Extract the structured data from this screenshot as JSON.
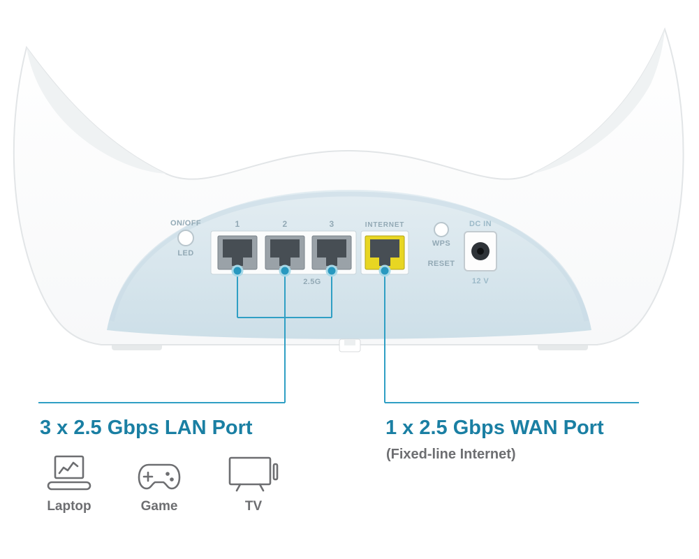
{
  "colors": {
    "accent_teal": "#1a7fa3",
    "callout_line": "#2f9fc4",
    "label_gray": "#6d6e71",
    "panel_text": "#92a9b5",
    "panel_blue": "#d9e6ee",
    "wan_yellow": "#e8d622",
    "port_gray": "#9aa2a8"
  },
  "rear_panel": {
    "power_label_top": "ON/OFF",
    "power_label_bottom": "LED",
    "lan_ports": [
      "1",
      "2",
      "3"
    ],
    "lan_speed_label": "2.5G",
    "wan_label": "INTERNET",
    "wps_label": "WPS",
    "reset_label": "RESET",
    "dc_label": "DC IN",
    "dc_voltage": "12 V"
  },
  "callouts": {
    "lan": {
      "title": "3 x 2.5 Gbps LAN Port",
      "devices": [
        {
          "label": "Laptop",
          "icon": "laptop-icon"
        },
        {
          "label": "Game",
          "icon": "gamepad-icon"
        },
        {
          "label": "TV",
          "icon": "tv-icon"
        }
      ]
    },
    "wan": {
      "title": "1 x 2.5 Gbps WAN Port",
      "subtitle": "(Fixed-line Internet)"
    }
  }
}
